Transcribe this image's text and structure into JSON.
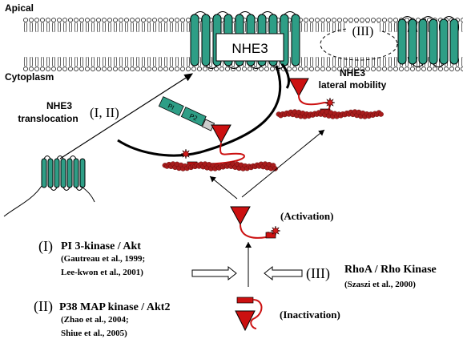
{
  "labels": {
    "apical": "Apical",
    "cytoplasm": "Cytoplasm",
    "nhe3": "NHE3",
    "step3_label": "(III)",
    "lateral_line1": "NHE3",
    "lateral_line2": "lateral mobility",
    "translocation_line1": "NHE3",
    "translocation_line2": "translocation",
    "translocation_steps": "(I, II)",
    "pi1": "PI",
    "pi2": "P2",
    "activation": "(Activation)",
    "inactivation": "(Inactivation)"
  },
  "pathways": [
    {
      "roman": "(I)",
      "title": "PI 3-kinase / Akt",
      "refs": [
        "(Gautreau et al., 1999;",
        "Lee-kwon et al., 2001)"
      ]
    },
    {
      "roman": "(II)",
      "title": "P38 MAP kinase / Akt2",
      "refs": [
        "(Zhao et al., 2004;",
        "Shiue et al., 2005)"
      ]
    },
    {
      "roman": "(III)",
      "title": "RhoA / Rho Kinase",
      "refs": [
        "(Szaszi et al., 2000)"
      ]
    }
  ],
  "colors": {
    "nhe3_teal": "#2e9e86",
    "ezrin_red": "#cc1111",
    "actin_red": "#a81c1c",
    "phospho_star": "#d11a1a"
  }
}
